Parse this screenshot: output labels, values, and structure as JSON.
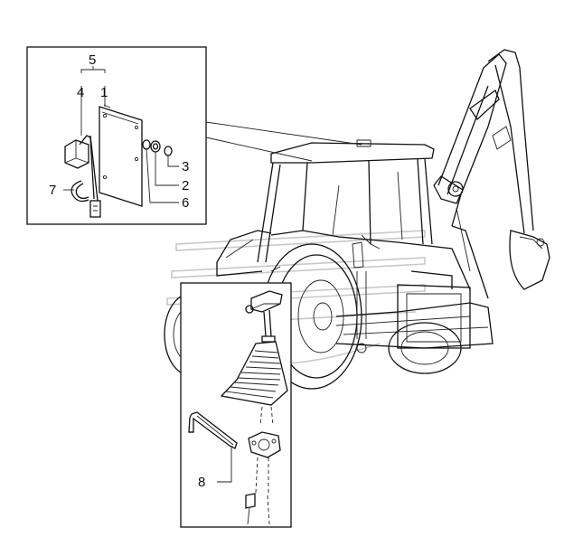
{
  "diagram": {
    "detail_top": {
      "callouts": {
        "c5": "5",
        "c4": "4",
        "c1": "1",
        "c3": "3",
        "c2": "2",
        "c6": "6",
        "c7": "7"
      }
    },
    "detail_bottom": {
      "callouts": {
        "c8": "8"
      }
    }
  },
  "colors": {
    "line": "#111111",
    "watermark": "#c8c8c8",
    "background": "#ffffff"
  }
}
